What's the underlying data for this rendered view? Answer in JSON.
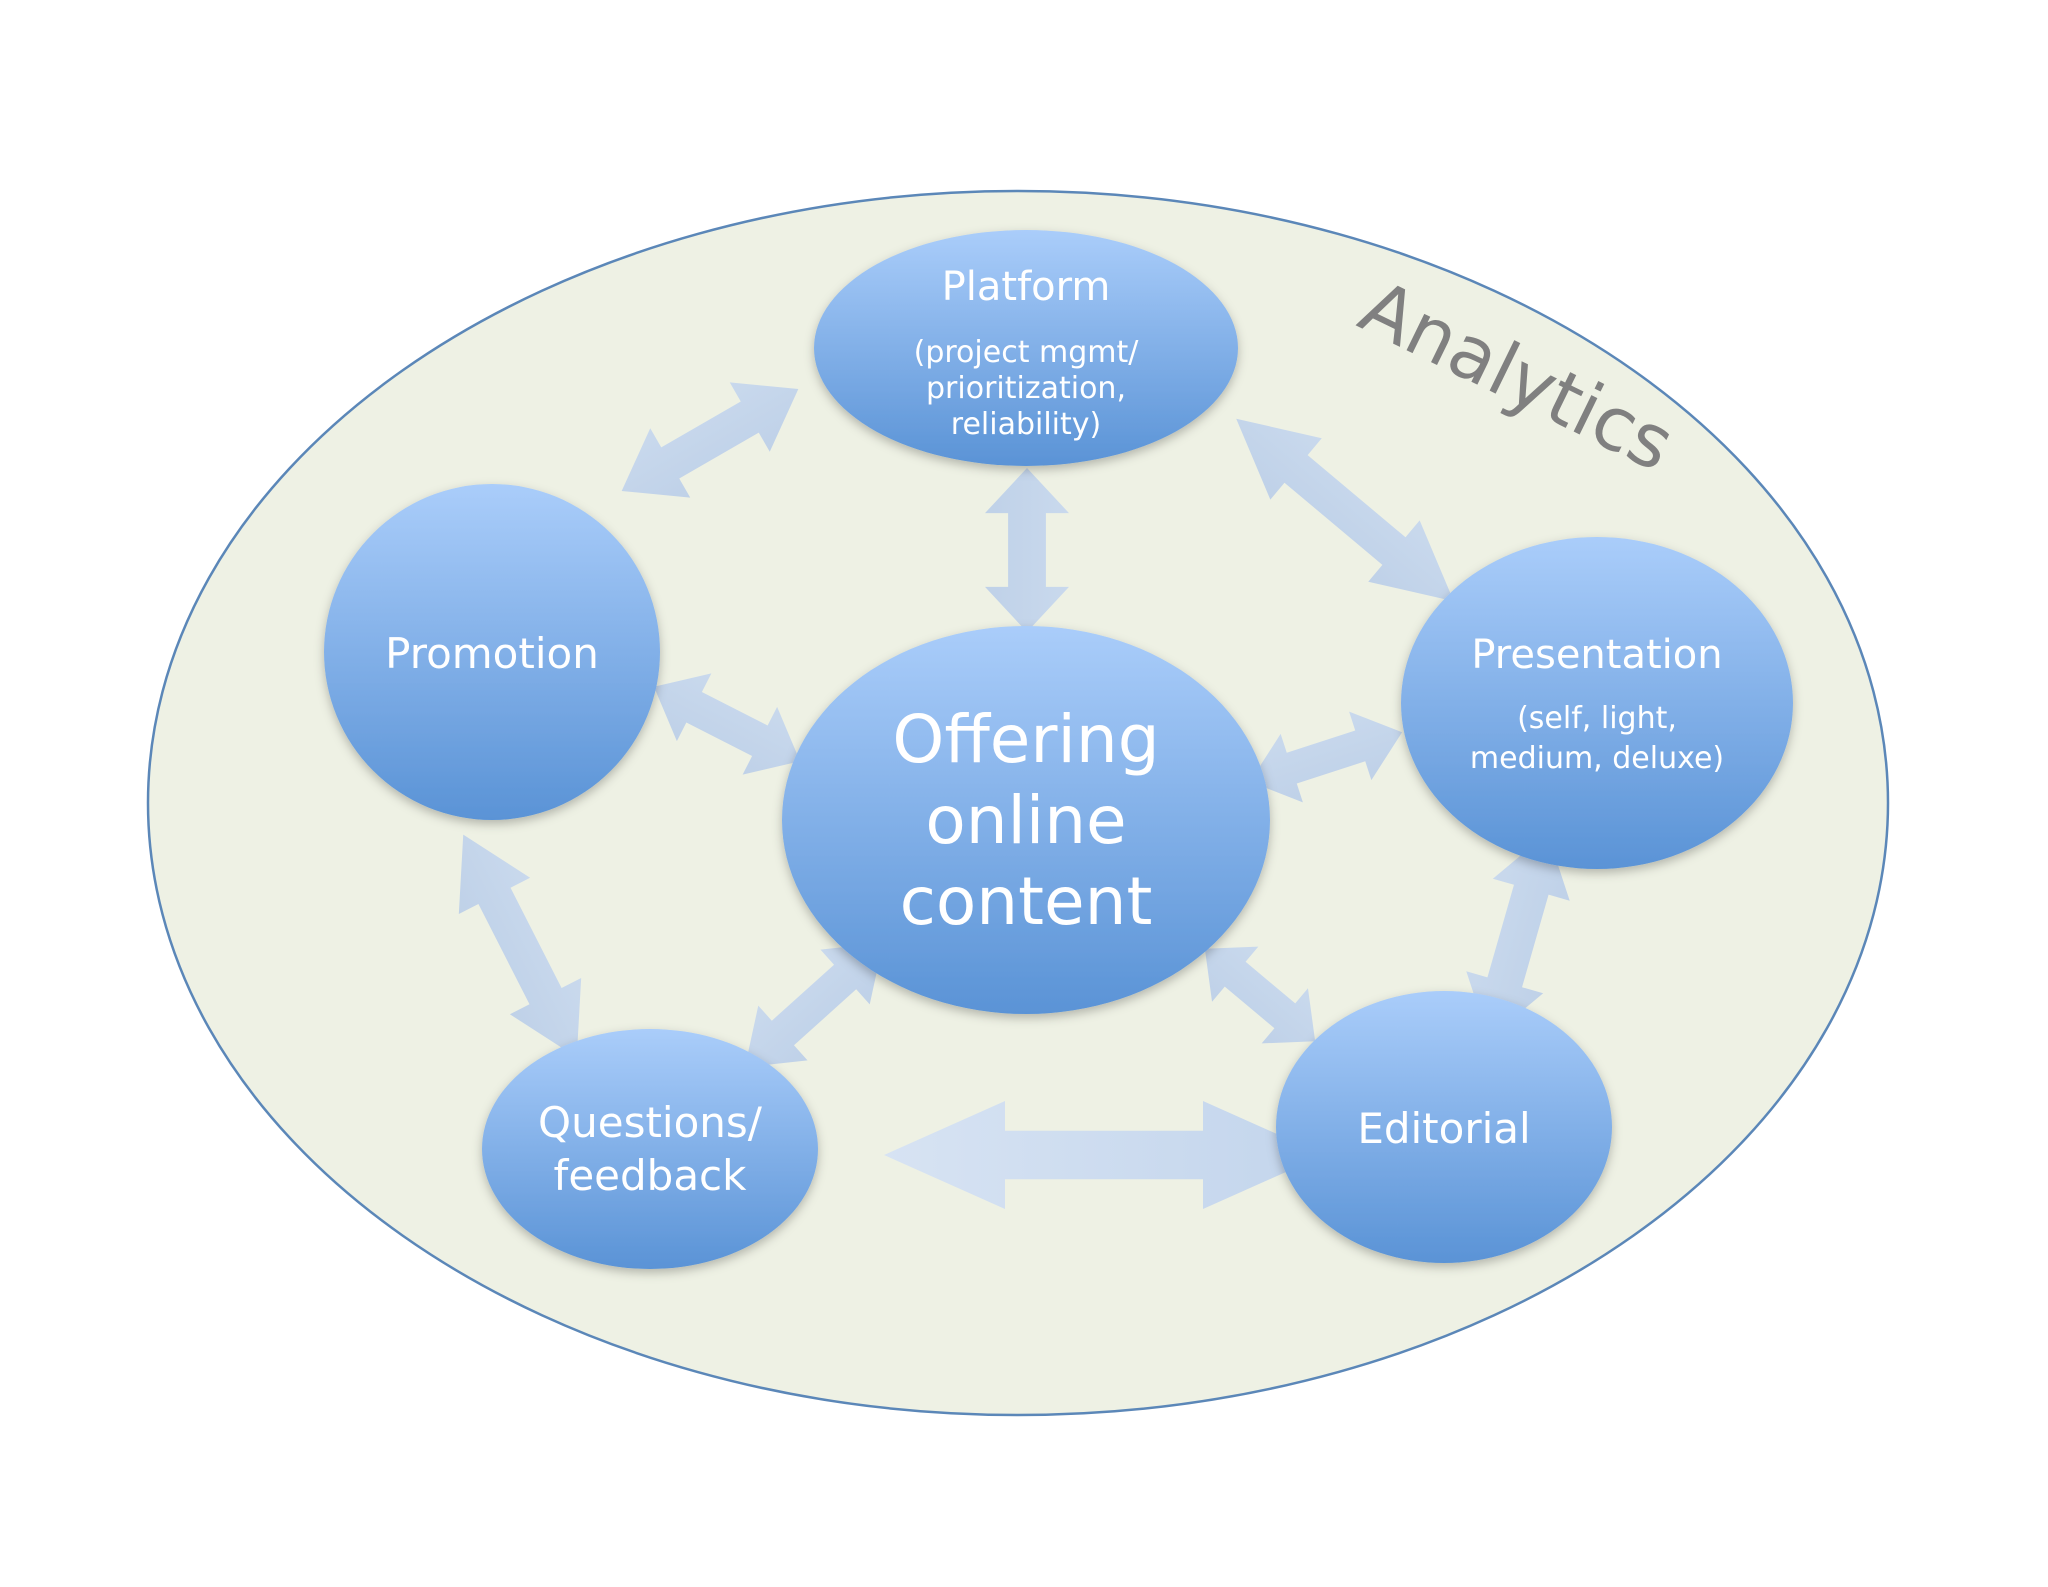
{
  "diagram": {
    "outer_label": "Analytics",
    "center": {
      "lines": [
        "Offering",
        "online",
        "content"
      ]
    },
    "nodes": {
      "platform": {
        "title": "Platform",
        "subtitle": [
          "(project mgmt/",
          "prioritization,",
          "reliability)"
        ]
      },
      "promotion": {
        "title": "Promotion"
      },
      "presentation": {
        "title": "Presentation",
        "subtitle": [
          "(self, light,",
          "medium, deluxe)"
        ]
      },
      "questions": {
        "title_lines": [
          "Questions/",
          "feedback"
        ]
      },
      "editorial": {
        "title": "Editorial"
      }
    },
    "colors": {
      "outer_fill": "#eef1e4",
      "outer_stroke": "#5b87b8",
      "node_top": "#a9cbf8",
      "node_bottom": "#5b95d8",
      "arrow": "#c6d6ea",
      "label_text": "#ffffff",
      "analytics_text": "#808080"
    }
  }
}
